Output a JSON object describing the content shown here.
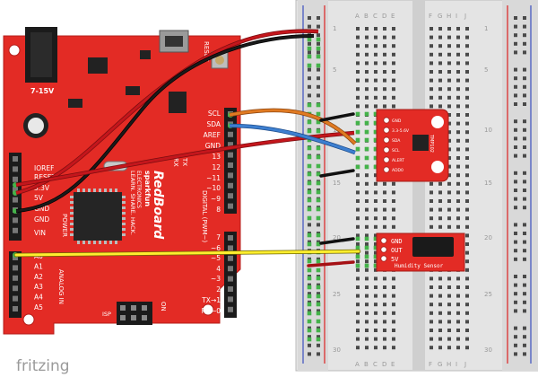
{
  "watermark": {
    "text": "fritzing"
  },
  "redboard": {
    "power_jack_label": "7-15V",
    "reset_label": "RESET",
    "brand_lines": [
      "sparkfun",
      "ELECTRONICS"
    ],
    "title": "RedBoard",
    "subtitle": "LEARN. SHARE. HACK.",
    "tx_label": "TX",
    "rx_label": "RX",
    "pin_labels_right": [
      "SCL",
      "SDA",
      "AREF",
      "GND",
      "13",
      "12",
      "~11",
      "~10",
      "~9",
      "8",
      "7",
      "~6",
      "~5",
      "4",
      "~3",
      "2",
      "TX→1",
      "RX←0"
    ],
    "pin_labels_left": [
      "IOREF",
      "RESET",
      "3.3V",
      "5V",
      "GND",
      "GND",
      "VIN"
    ],
    "analog_labels": [
      "A0",
      "A1",
      "A2",
      "A3",
      "A4",
      "A5"
    ],
    "power_label": "POWER",
    "analog_in_label": "ANALOG IN",
    "digital_label": "DIGITAL (PWM~)",
    "isp_label": "ISP",
    "on_label": "ON"
  },
  "breadboard": {
    "columns_left": [
      "A",
      "B",
      "C",
      "D",
      "E"
    ],
    "columns_right": [
      "F",
      "G",
      "H",
      "I",
      "J"
    ],
    "row_numbers": [
      "1",
      "5",
      "10",
      "15",
      "20",
      "25",
      "30"
    ]
  },
  "pressure_sensor": {
    "name": "TMP102",
    "pins": [
      "GND",
      "3.3-5.6V",
      "SDA",
      "SCL",
      "ALERT",
      "ADD0"
    ]
  },
  "humidity_sensor": {
    "pins": [
      "GND",
      "OUT",
      "5V"
    ],
    "label": "Humidity Sensor"
  },
  "colors": {
    "board_red": "#e32b25",
    "breadboard": "#dadada",
    "hole_green": "#44b34a",
    "wire_red": "#c4161c",
    "wire_black": "#1a1a1a",
    "wire_orange": "#e07a22",
    "wire_blue": "#3d7fd0",
    "wire_yellow": "#ffee2e"
  }
}
